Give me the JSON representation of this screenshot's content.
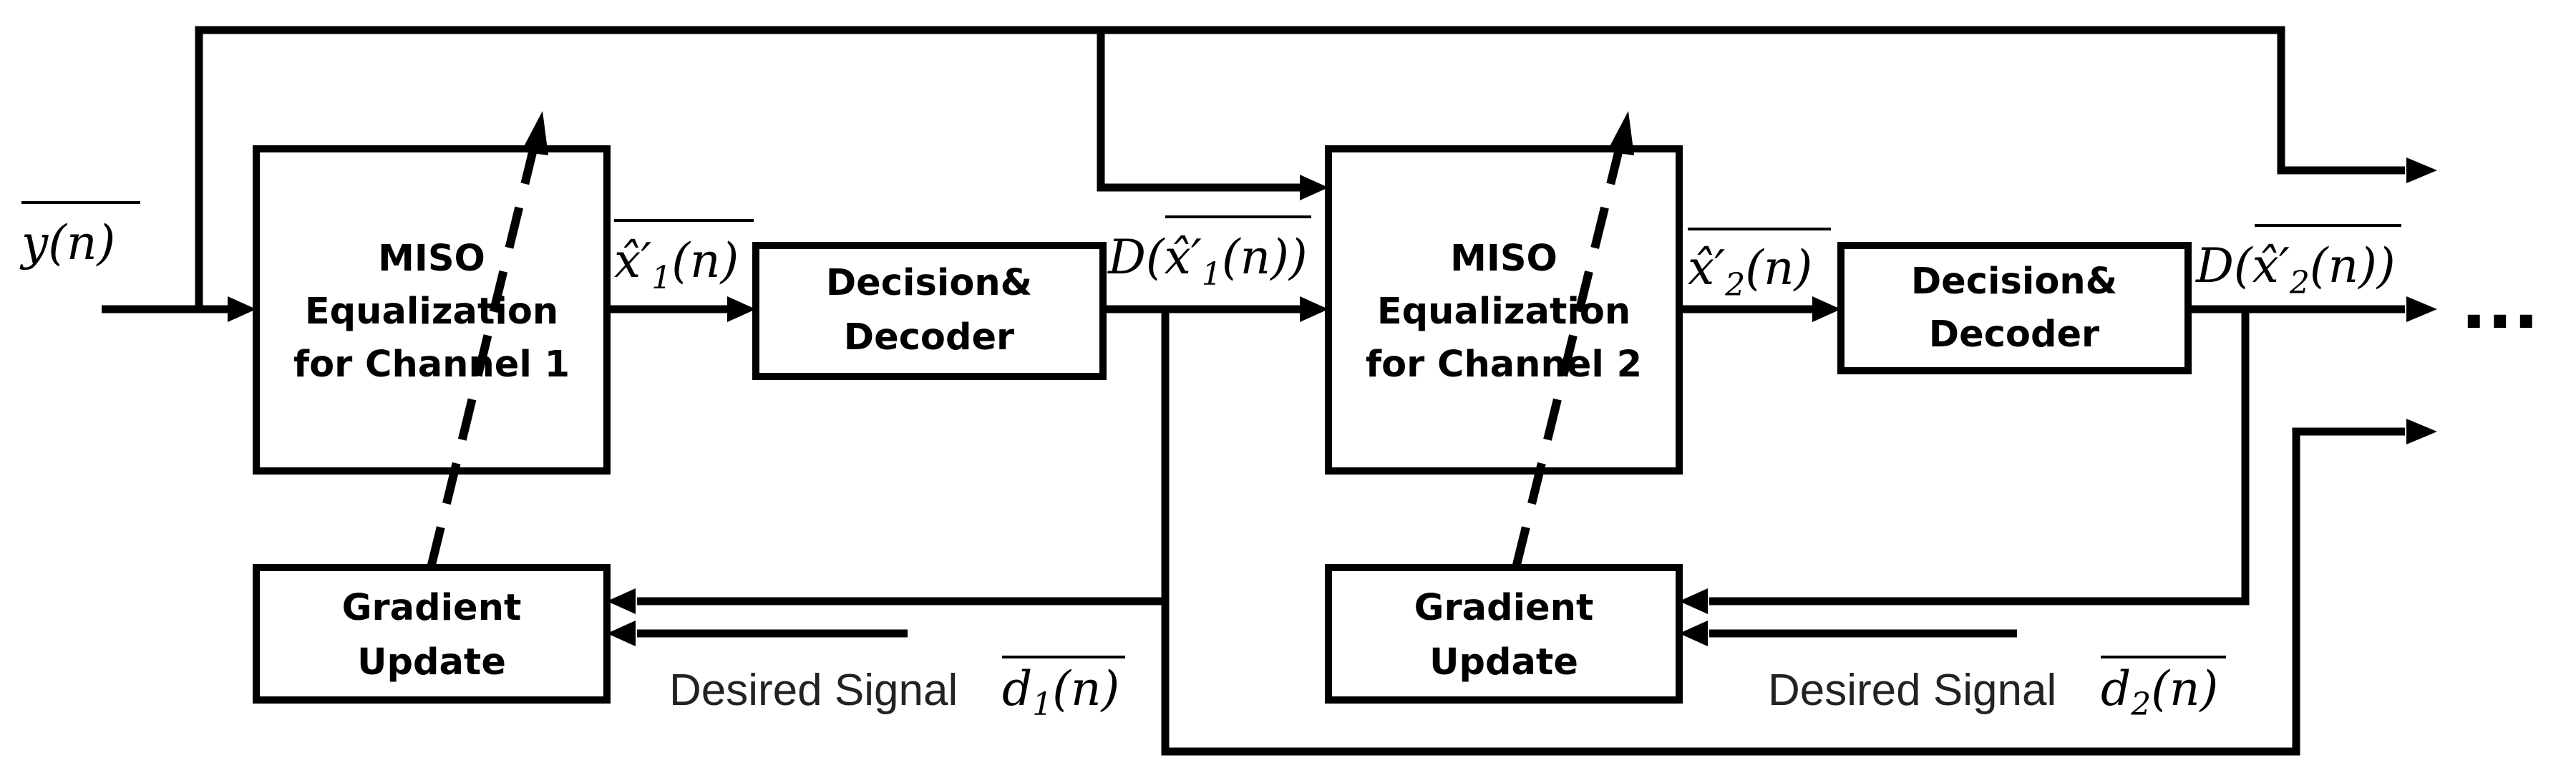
{
  "blocks": {
    "miso1": {
      "line1": "MISO",
      "line2": "Equalization",
      "line3": "for Channel 1"
    },
    "dec1": {
      "line1": "Decision&",
      "line2": "Decoder"
    },
    "grad1": {
      "line1": "Gradient",
      "line2": "Update"
    },
    "miso2": {
      "line1": "MISO",
      "line2": "Equalization",
      "line3": "for Channel 2"
    },
    "dec2": {
      "line1": "Decision&",
      "line2": "Decoder"
    },
    "grad2": {
      "line1": "Gradient",
      "line2": "Update"
    }
  },
  "signals": {
    "input": {
      "var": "y",
      "arg": "(n)"
    },
    "eq1_out": {
      "var": "x̂",
      "sub": "1",
      "prime": "′",
      "arg": "(n)"
    },
    "dec1_out": {
      "func": "D(",
      "var": "x̂",
      "sub": "1",
      "prime": "′",
      "arg": "(n))"
    },
    "eq2_out": {
      "var": "x̂",
      "sub": "2",
      "prime": "′",
      "arg": "(n)"
    },
    "dec2_out": {
      "func": "D(",
      "var": "x̂",
      "sub": "2",
      "prime": "′",
      "arg": "(n))"
    },
    "desired1": {
      "label": "Desired Signal",
      "var": "d",
      "sub": "1",
      "arg": "(n)"
    },
    "desired2": {
      "label": "Desired Signal",
      "var": "d",
      "sub": "2",
      "arg": "(n)"
    }
  },
  "continuation": "..."
}
